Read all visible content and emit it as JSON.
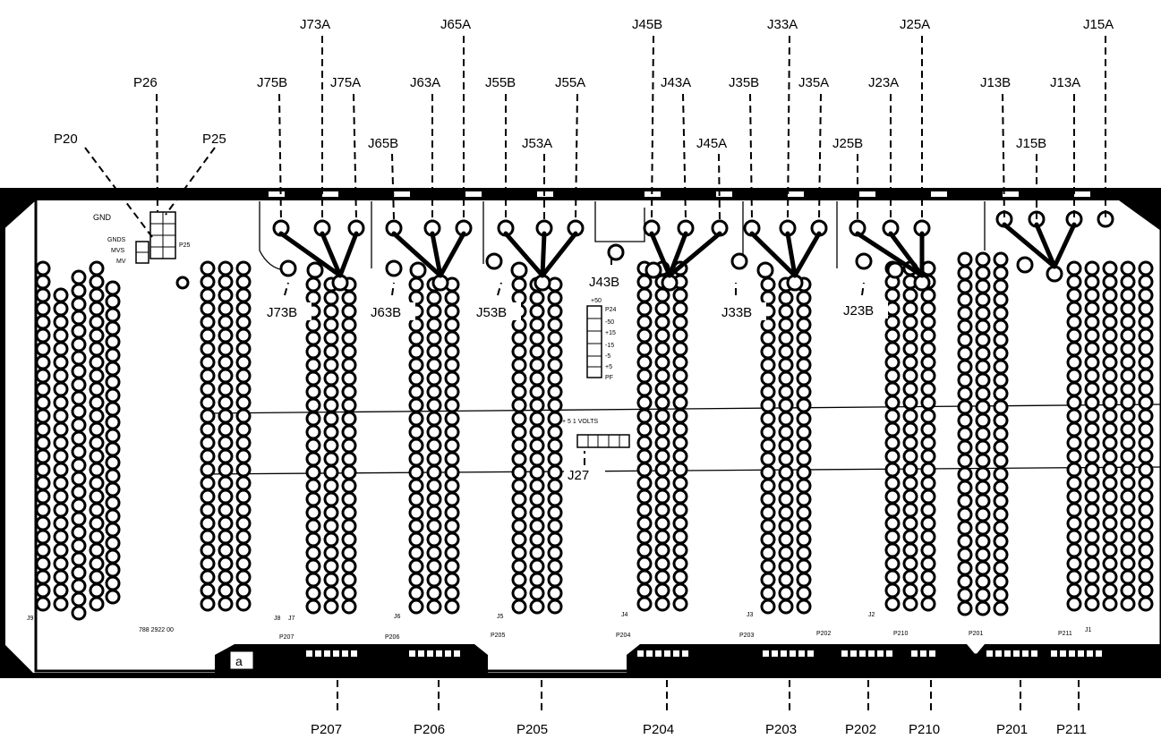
{
  "top_labels": {
    "P20": "P20",
    "P26": "P26",
    "P25": "P25",
    "J73A": "J73A",
    "J75B": "J75B",
    "J75A": "J75A",
    "J65A": "J65A",
    "J63A": "J63A",
    "J65B": "J65B",
    "J55B": "J55B",
    "J55A": "J55A",
    "J53A": "J53A",
    "J45B": "J45B",
    "J43A": "J43A",
    "J45A": "J45A",
    "J33A": "J33A",
    "J35B": "J35B",
    "J35A": "J35A",
    "J25A": "J25A",
    "J23A": "J23A",
    "J25B": "J25B",
    "J15A": "J15A",
    "J13B": "J13B",
    "J13A": "J13A",
    "J15B": "J15B"
  },
  "inner_labels": {
    "J73B": "J73B",
    "J63B": "J63B",
    "J53B": "J53B",
    "J43B": "J43B",
    "J33B": "J33B",
    "J23B": "J23B",
    "J27": "J27"
  },
  "bottom_labels": {
    "P207": "P207",
    "P206": "P206",
    "P205": "P205",
    "P204": "P204",
    "P203": "P203",
    "P202": "P202",
    "P210": "P210",
    "P201": "P201",
    "P211": "P211"
  },
  "silkscreen": {
    "gnd": "GND",
    "gnds": "GNDS",
    "mvs": "MVS",
    "mv": "MV",
    "p25_small": "P25",
    "p24_header": "+50",
    "p24_name": "P24",
    "p24_rows": [
      "-50",
      "+15",
      "-15",
      "-5",
      "+5",
      "PF"
    ],
    "volts": "+ 5 1 VOLTS",
    "part_no": "788 2922 00",
    "board_a": "a",
    "ref_p207": "P207",
    "ref_p206": "P206",
    "ref_p205": "P205",
    "ref_p204": "P204",
    "ref_p203": "P203",
    "ref_p202": "P202",
    "ref_p210": "P210",
    "ref_p201": "P201",
    "ref_p211": "P211",
    "ref_j8": "J8",
    "ref_j7": "J7",
    "ref_j6": "J6",
    "ref_j5": "J5",
    "ref_j4": "J4",
    "ref_j3": "J3",
    "ref_j2": "J2",
    "ref_j1": "J1",
    "ref_j9": "J9"
  },
  "colors": {
    "ink": "#000000",
    "paper": "#ffffff"
  }
}
